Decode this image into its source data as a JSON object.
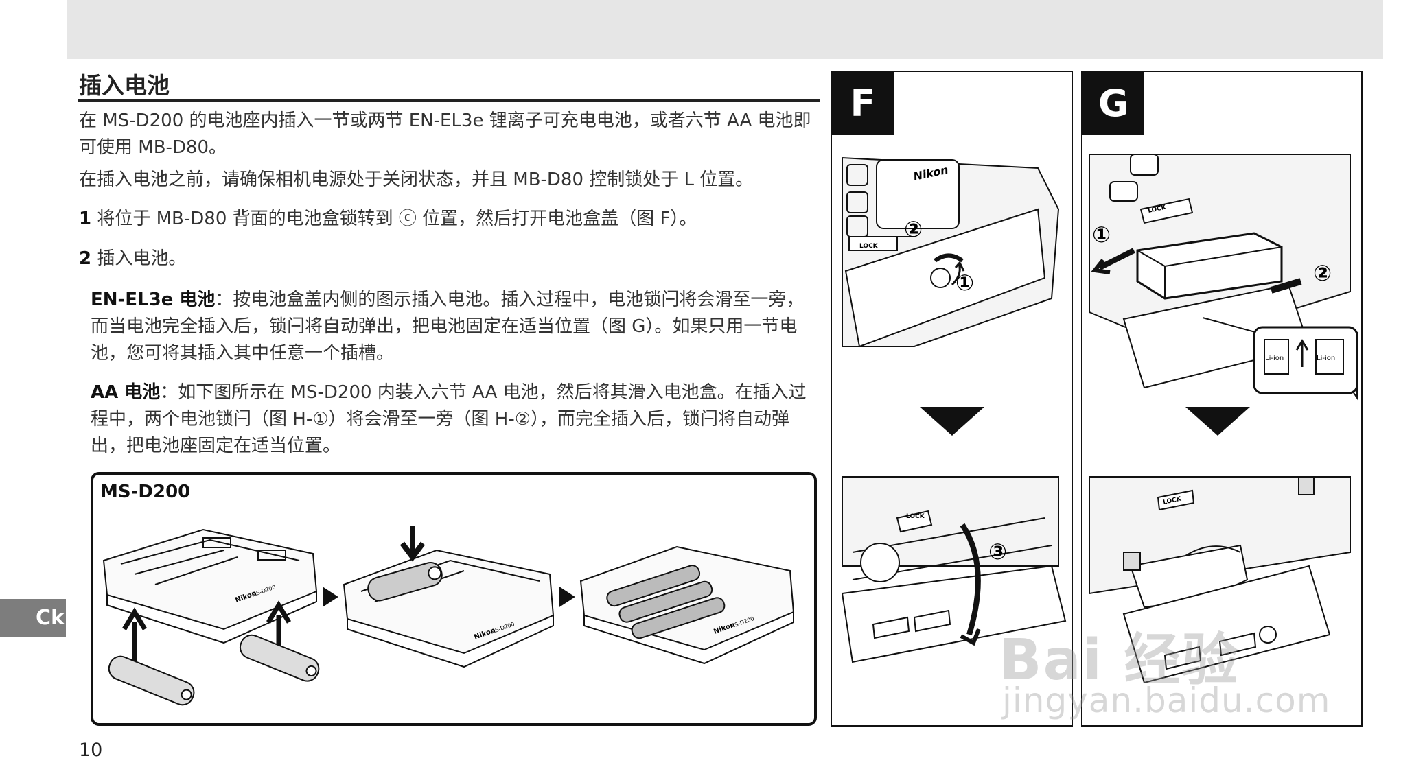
{
  "header": {
    "title": "插入电池"
  },
  "intro": {
    "p1": "在 MS-D200 的电池座内插入一节或两节 EN-EL3e 锂离子可充电电池，或者六节 AA 电池即可使用 MB-D80。",
    "p2": "在插入电池之前，请确保相机电源处于关闭状态，并且 MB-D80 控制锁处于 L 位置。"
  },
  "steps": [
    {
      "num": "1",
      "text": "将位于 MB-D80 背面的电池盒锁转到 ⓒ 位置，然后打开电池盒盖（图 F）。"
    },
    {
      "num": "2",
      "text": "插入电池。"
    }
  ],
  "notes": {
    "enel3e_label": "EN-EL3e 电池",
    "enel3e_text": "：按电池盒盖内侧的图示插入电池。插入过程中，电池锁闩将会滑至一旁，而当电池完全插入后，锁闩将自动弹出，把电池固定在适当位置（图 G）。如果只用一节电池，您可将其插入其中任意一个插槽。",
    "aa_label": "AA 电池",
    "aa_text": "：如下图所示在 MS-D200 内装入六节 AA 电池，然后将其滑入电池盒。在插入过程中，两个电池锁闩（图 H-①）将会滑至一旁（图 H-②），而完全插入后，锁闩将自动弹出，把电池座固定在适当位置。"
  },
  "figure_ms": {
    "label": "MS-D200",
    "brand": "Nikon",
    "model": "MS-D200"
  },
  "figure_f": {
    "letter": "F",
    "brand": "Nikon",
    "lock_text": "LOCK",
    "markers": [
      "①",
      "②",
      "③"
    ]
  },
  "figure_g": {
    "letter": "G",
    "lock_text": "LOCK",
    "markers": [
      "①",
      "②"
    ],
    "battery_label": "Li-ion"
  },
  "side_tab": {
    "label": "Ck"
  },
  "page": {
    "number": "10"
  },
  "watermark": {
    "brand": "Bai 经验",
    "url": "jingyan.baidu.com"
  }
}
